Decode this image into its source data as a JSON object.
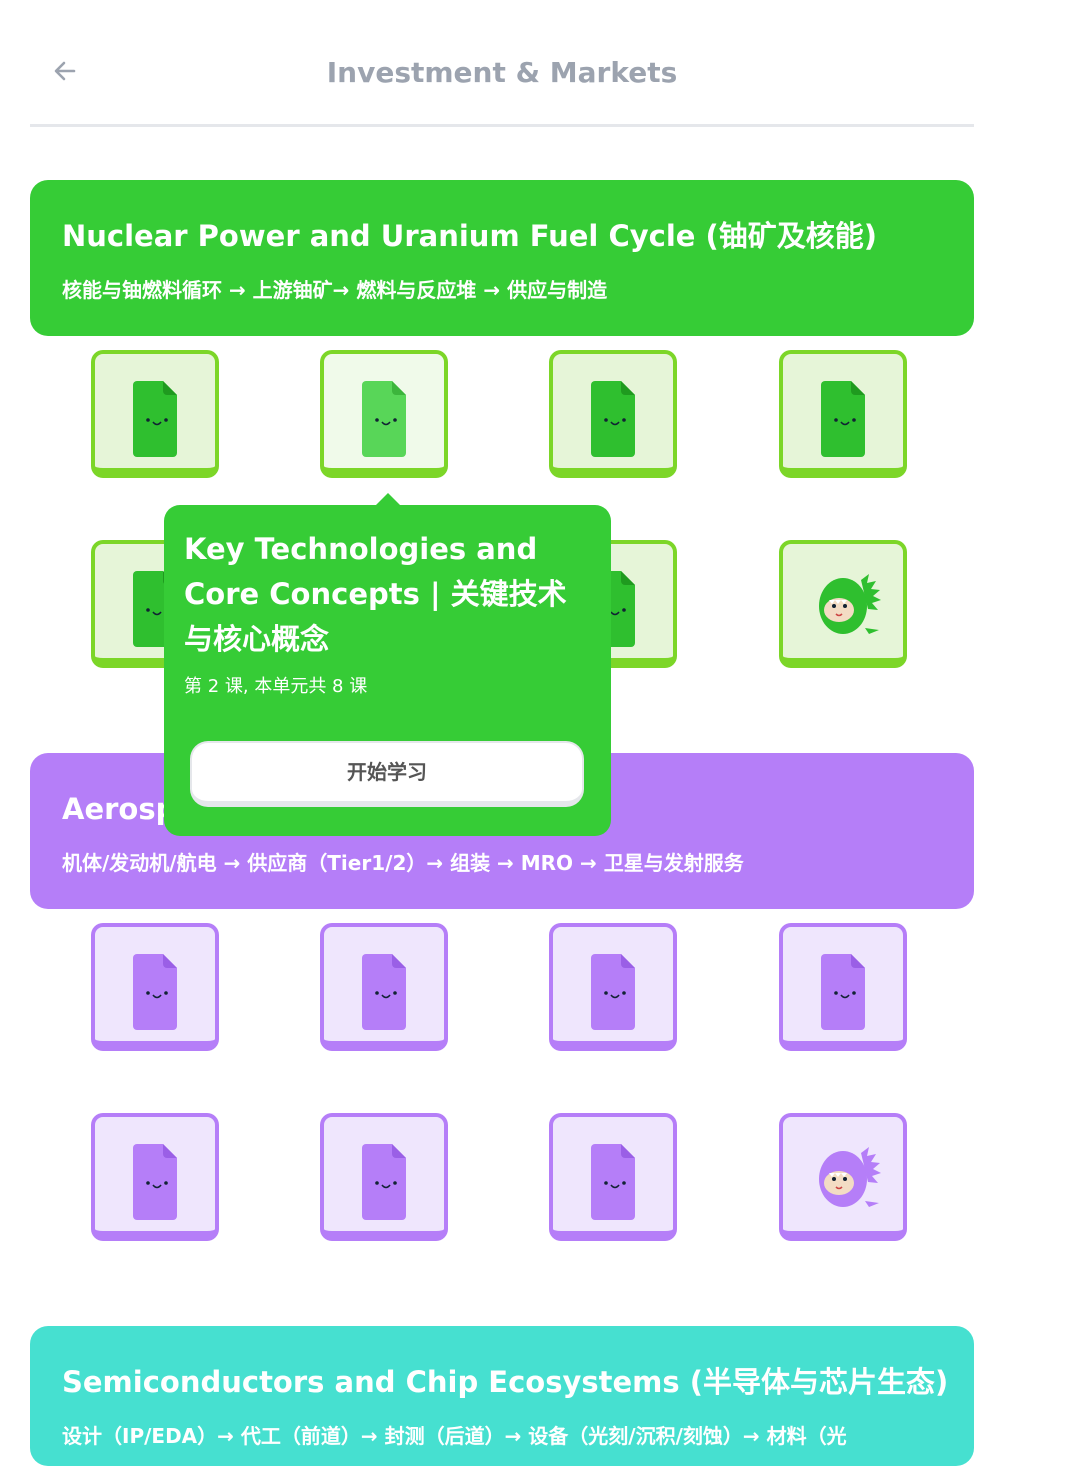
{
  "header": {
    "title": "Investment & Markets"
  },
  "units": [
    {
      "title": "Nuclear Power and Uranium Fuel Cycle (铀矿及核能)",
      "subtitle": "核能与铀燃料循环 → 上游铀矿→ 燃料与反应堆 → 供应与制造",
      "color": "#36cc36"
    },
    {
      "title": "Aerospace",
      "subtitle": "机体/发动机/航电 → 供应商（Tier1/2）→ 组装 → MRO → 卫星与发射服务",
      "color": "#b57ef8"
    },
    {
      "title": "Semiconductors and Chip Ecosystems (半导体与芯片生态)",
      "subtitle": "设计（IP/EDA）→ 代工（前道）→ 封测（后道）→ 设备（光刻/沉积/刻蚀）→ 材料（光",
      "color": "#46e0d0"
    }
  ],
  "popup": {
    "title": "Key Technologies and Core Concepts | 关键技术与核心概念",
    "meta": "第 2 课, 本单元共 8 课",
    "button": "开始学习"
  },
  "colors": {
    "green": "#36cc36",
    "green_border": "#7cd628",
    "purple": "#b57ef8",
    "teal": "#46e0d0"
  }
}
